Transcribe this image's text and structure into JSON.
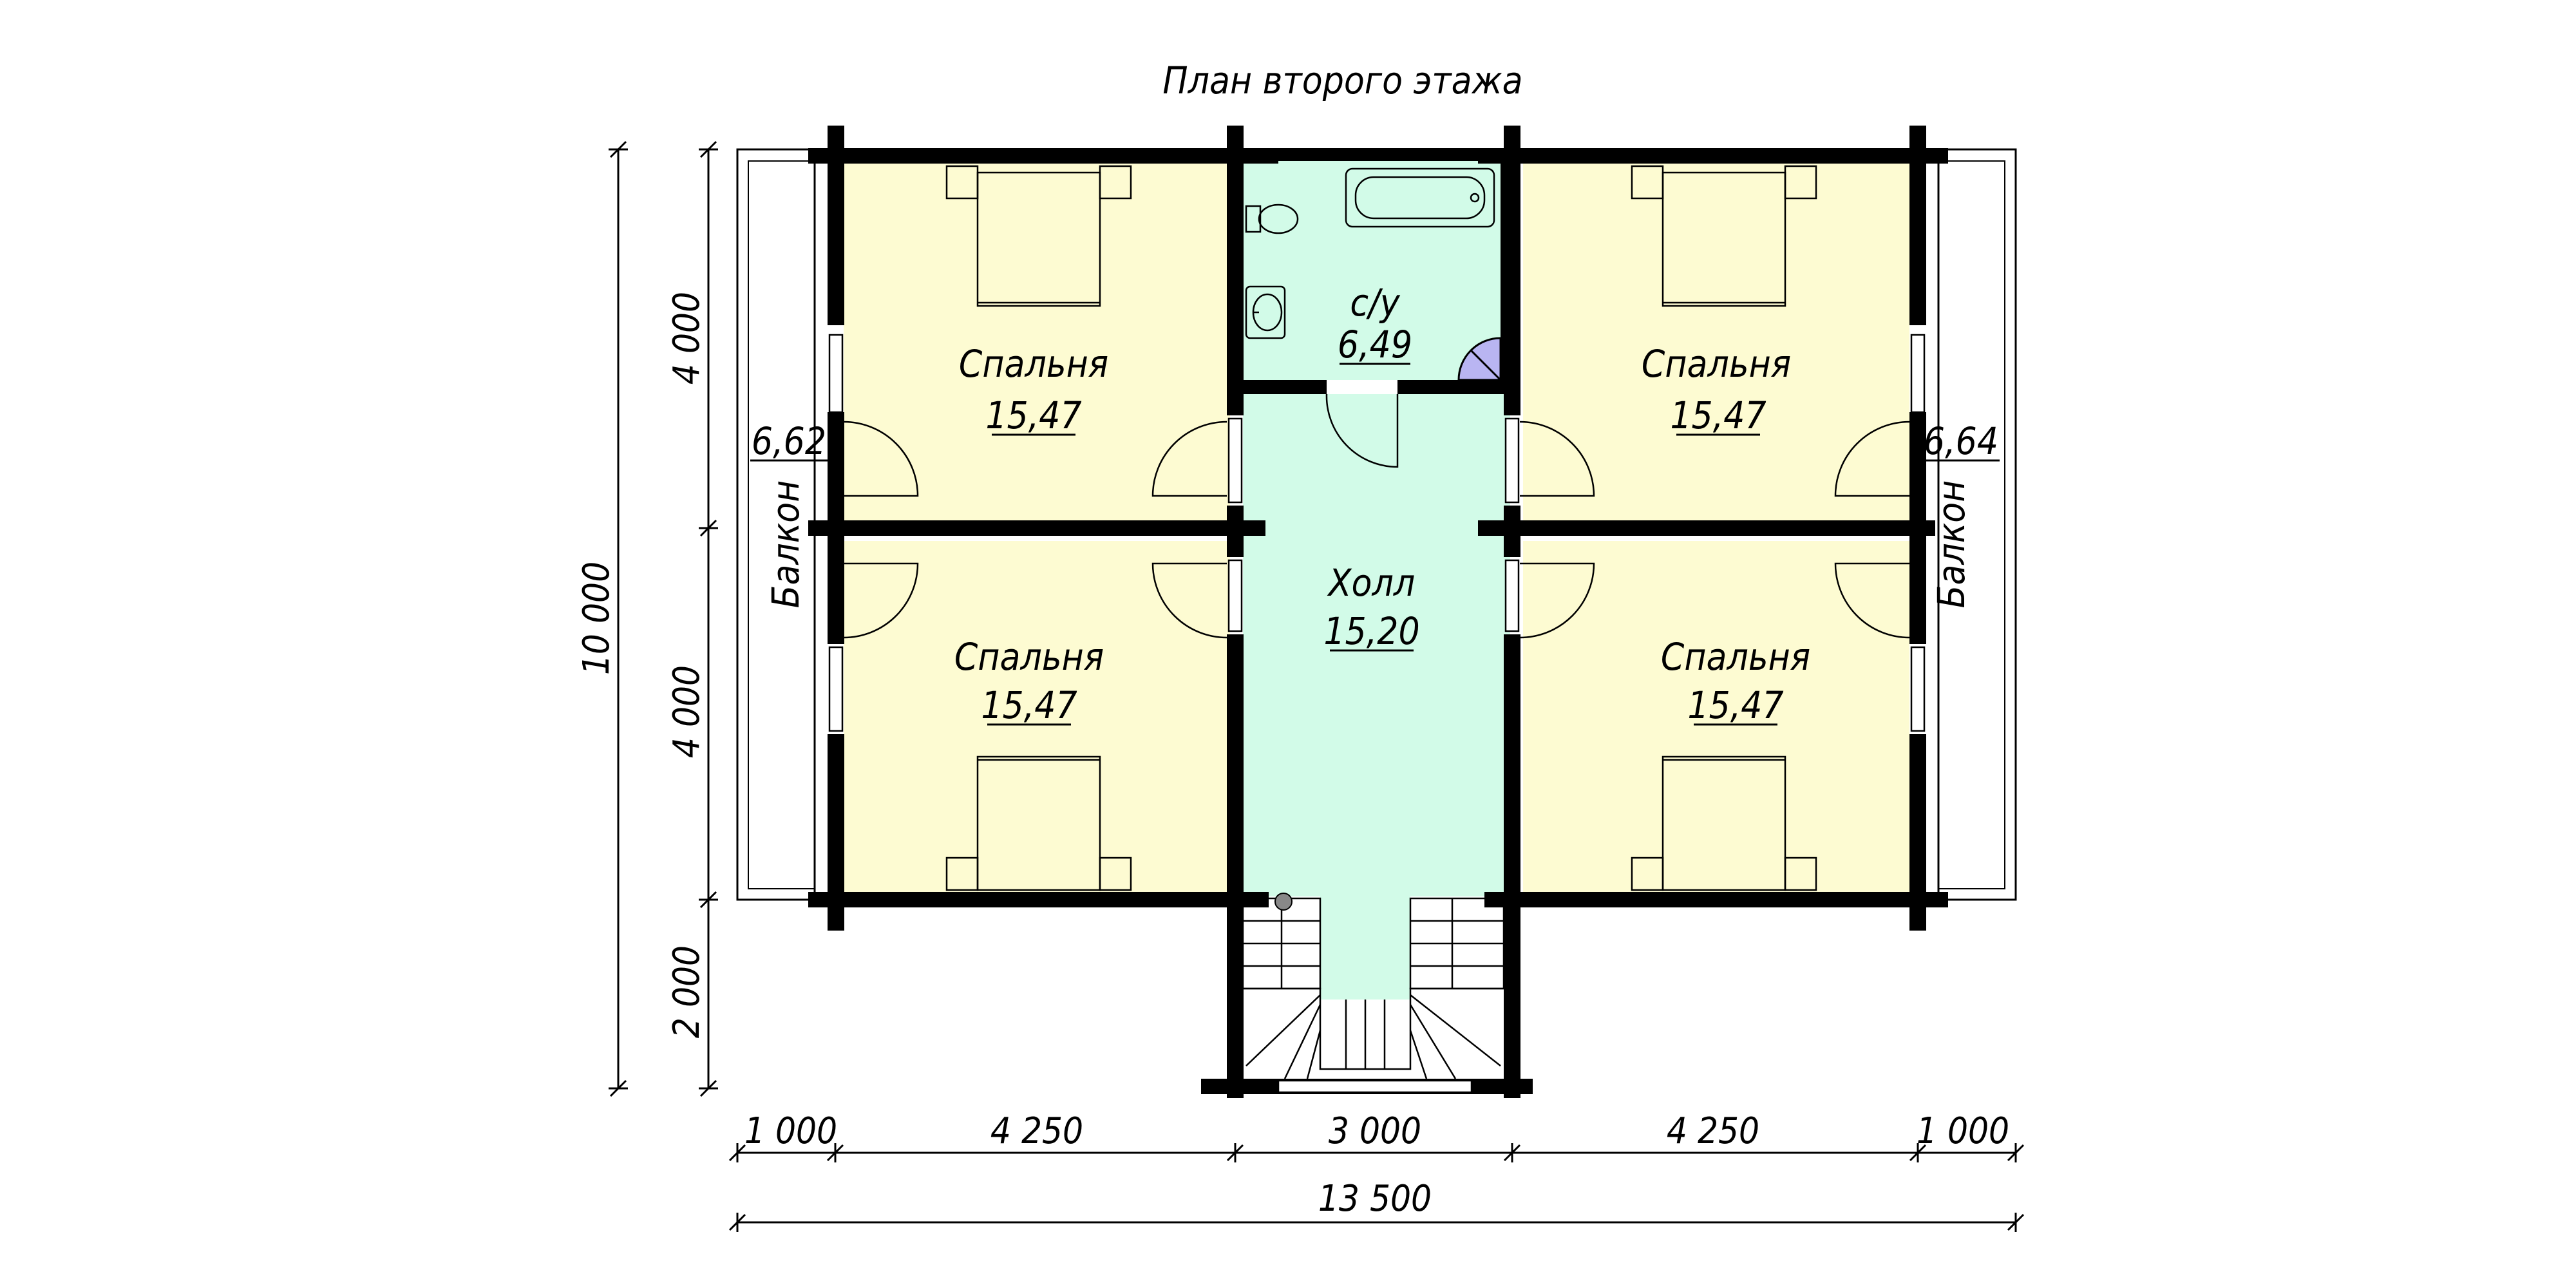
{
  "title": "План второго этажа",
  "rooms": {
    "bedroom_tl": {
      "name": "Спальня",
      "area": "15,47"
    },
    "bedroom_bl": {
      "name": "Спальня",
      "area": "15,47"
    },
    "bedroom_tr": {
      "name": "Спальня",
      "area": "15,47"
    },
    "bedroom_br": {
      "name": "Спальня",
      "area": "15,47"
    },
    "bathroom": {
      "name": "с/у",
      "area": "6,49"
    },
    "hall": {
      "name": "Холл",
      "area": "15,20"
    },
    "balcony_left": {
      "name": "Балкон",
      "area": "6,62"
    },
    "balcony_right": {
      "name": "Балкон",
      "area": "6,64"
    }
  },
  "dimensions": {
    "vertical_total": "10 000",
    "vertical_parts": [
      "4 000",
      "4 000",
      "2 000"
    ],
    "horizontal_parts": [
      "1 000",
      "4 250",
      "3 000",
      "4 250",
      "1 000"
    ],
    "horizontal_total": "13 500"
  },
  "colors": {
    "bedroom_fill": "#fdfbd2",
    "wet_fill": "#d2fbe8",
    "wall": "#000000",
    "shower_fill": "#b9b5f2"
  }
}
